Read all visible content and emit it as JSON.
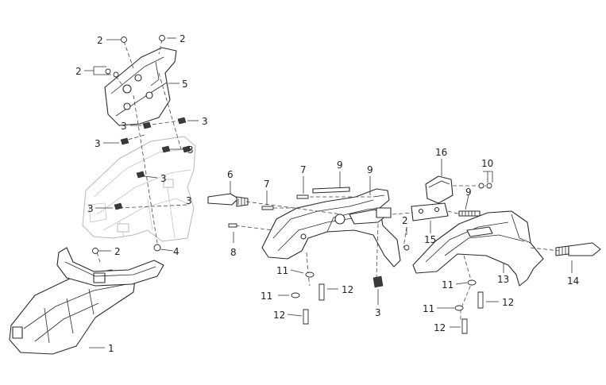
{
  "callouts": [
    {
      "id": "c-2a",
      "text": "2"
    },
    {
      "id": "c-2b",
      "text": "2"
    },
    {
      "id": "c-2c",
      "text": "2"
    },
    {
      "id": "c-5",
      "text": "5"
    },
    {
      "id": "c-3a",
      "text": "3"
    },
    {
      "id": "c-3b",
      "text": "3"
    },
    {
      "id": "c-3c",
      "text": "3"
    },
    {
      "id": "c-3d",
      "text": "3"
    },
    {
      "id": "c-3e",
      "text": "3"
    },
    {
      "id": "c-3f",
      "text": "3"
    },
    {
      "id": "c-3g",
      "text": "3"
    },
    {
      "id": "c-2d",
      "text": "2"
    },
    {
      "id": "c-4",
      "text": "4"
    },
    {
      "id": "c-1",
      "text": "1"
    },
    {
      "id": "c-6",
      "text": "6"
    },
    {
      "id": "c-7a",
      "text": "7"
    },
    {
      "id": "c-7b",
      "text": "7"
    },
    {
      "id": "c-8",
      "text": "8"
    },
    {
      "id": "c-9a",
      "text": "9"
    },
    {
      "id": "c-9b",
      "text": "9"
    },
    {
      "id": "c-16",
      "text": "16"
    },
    {
      "id": "c-10",
      "text": "10"
    },
    {
      "id": "c-2e",
      "text": "2"
    },
    {
      "id": "c-15",
      "text": "15"
    },
    {
      "id": "c-11a",
      "text": "11"
    },
    {
      "id": "c-11b",
      "text": "11"
    },
    {
      "id": "c-12a",
      "text": "12"
    },
    {
      "id": "c-12b",
      "text": "12"
    },
    {
      "id": "c-3h",
      "text": "3"
    },
    {
      "id": "c-13",
      "text": "13"
    },
    {
      "id": "c-14",
      "text": "14"
    },
    {
      "id": "c-11c",
      "text": "11"
    },
    {
      "id": "c-11d",
      "text": "11"
    },
    {
      "id": "c-12c",
      "text": "12"
    },
    {
      "id": "c-12d",
      "text": "12"
    }
  ]
}
